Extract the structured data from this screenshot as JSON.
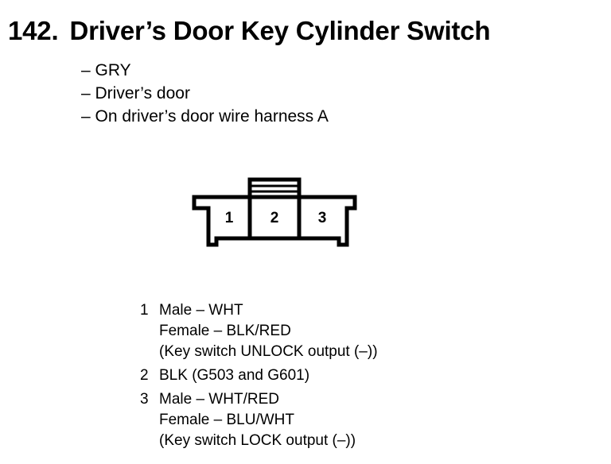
{
  "title": {
    "number": "142.",
    "text": "Driver’s Door Key Cylinder Switch"
  },
  "info": [
    "– GRY",
    "– Driver’s door",
    "– On driver’s door wire harness A"
  ],
  "connector": {
    "terminal_labels": [
      "1",
      "2",
      "3"
    ]
  },
  "pins": [
    {
      "number": "1",
      "lines": [
        "Male – WHT",
        "Female – BLK/RED",
        "(Key switch UNLOCK output (–))"
      ]
    },
    {
      "number": "2",
      "lines": [
        "BLK (G503 and G601)"
      ]
    },
    {
      "number": "3",
      "lines": [
        "Male – WHT/RED",
        "Female – BLU/WHT",
        "(Key switch LOCK output (–))"
      ]
    }
  ]
}
